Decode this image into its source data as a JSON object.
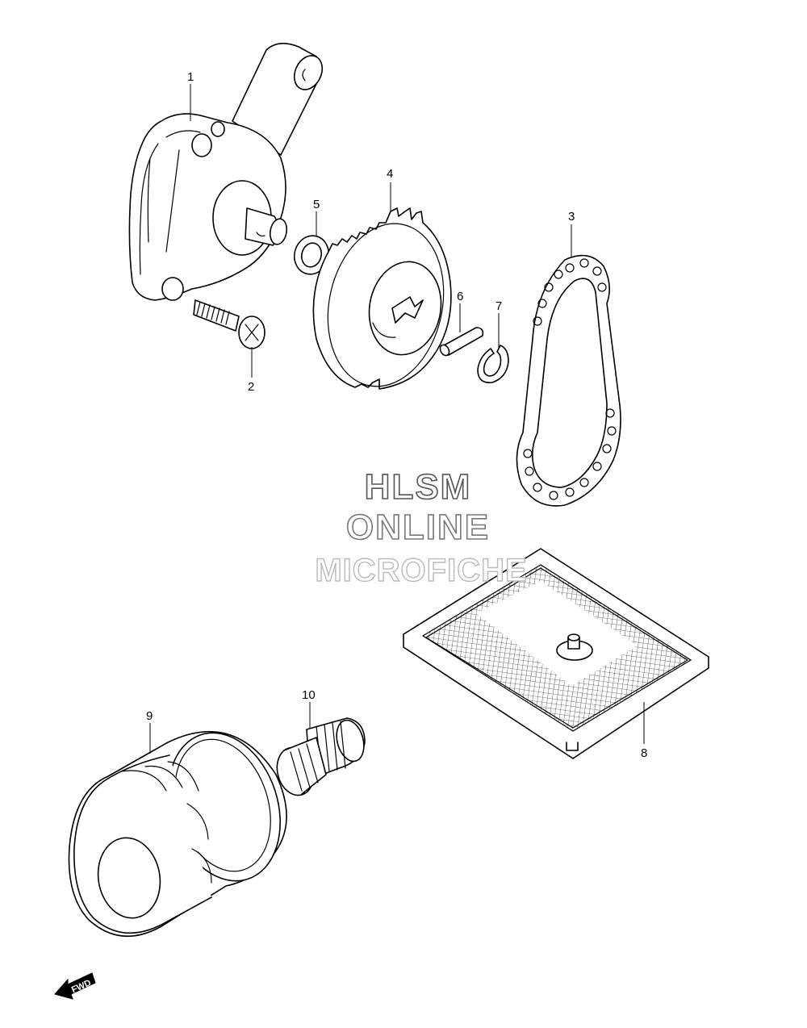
{
  "callouts": {
    "c1": "1",
    "c2": "2",
    "c3": "3",
    "c4": "4",
    "c5": "5",
    "c6": "6",
    "c7": "7",
    "c8": "8",
    "c9": "9",
    "c10": "10"
  },
  "watermark": {
    "line1": "HLSM",
    "line2": "ONLINE",
    "line3": "MICROFICHE"
  },
  "direction_arrow": {
    "label": "FWD",
    "icon": "forward-arrow-icon"
  }
}
